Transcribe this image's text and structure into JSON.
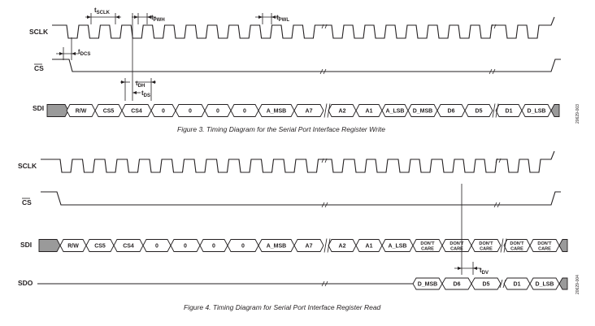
{
  "figure3": {
    "caption": "Figure 3. Timing Diagram for the Serial Port Interface Register Write",
    "code": "20629-003",
    "signals": {
      "sclk": "SCLK",
      "cs": "CS",
      "sdi": "SDI"
    },
    "timing": {
      "sclk": {
        "main": "t",
        "sub": "SCLK"
      },
      "pwh": {
        "main": "t",
        "sub": "PWH"
      },
      "pwl": {
        "main": "t",
        "sub": "PWL"
      },
      "dcs": {
        "main": "t",
        "sub": "DCS"
      },
      "dh": {
        "main": "t",
        "sub": "DH"
      },
      "ds": {
        "main": "t",
        "sub": "DS"
      }
    },
    "sdi_bits": [
      "R/W",
      "CS5",
      "CS4",
      "0",
      "0",
      "0",
      "0",
      "A_MSB",
      "A7",
      "A2",
      "A1",
      "A_LSB",
      "D_MSB",
      "D6",
      "D5",
      "D1",
      "D_LSB"
    ]
  },
  "figure4": {
    "caption": "Figure 4. Timing Diagram for Serial Port Interface Register Read",
    "code": "20629-004",
    "signals": {
      "sclk": "SCLK",
      "cs": "CS",
      "sdi": "SDI",
      "sdo": "SDO"
    },
    "timing": {
      "dv": {
        "main": "t",
        "sub": "DV"
      }
    },
    "sdi_bits": [
      "R/W",
      "CS5",
      "CS4",
      "0",
      "0",
      "0",
      "0",
      "A_MSB",
      "A7",
      "A2",
      "A1",
      "A_LSB"
    ],
    "dont_care": {
      "line1": "DON'T",
      "line2": "CARE"
    },
    "sdo_bits": [
      "D_MSB",
      "D6",
      "D5",
      "D1",
      "D_LSB"
    ]
  }
}
